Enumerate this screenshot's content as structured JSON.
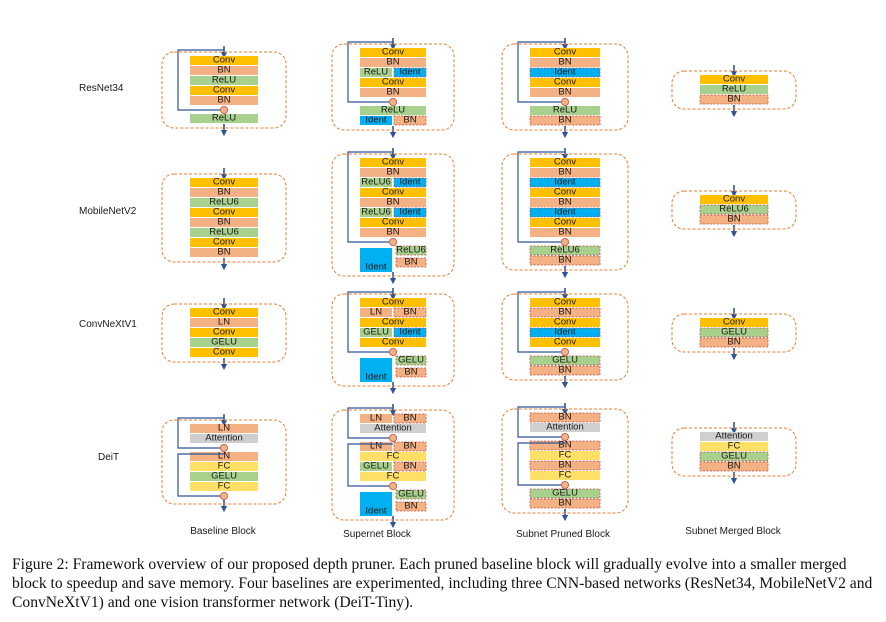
{
  "caption": "Figure 2: Framework overview of our proposed depth pruner. Each pruned baseline block will gradually evolve into a smaller merged block to speedup and save memory. Four baselines are experimented, including three CNN-based networks (ResNet34, MobileNetV2 and ConvNeXtV1) and one vision transformer network (DeiT-Tiny).",
  "columns": [
    "Baseline  Block",
    "Supernet Block",
    "Subnet Pruned Block",
    "Subnet  Merged Block"
  ],
  "rows": [
    "ResNet34",
    "MobileNetV2",
    "ConvNeXtV1",
    "DeiT"
  ],
  "colors": {
    "conv": "#ffc000",
    "bn": "#f4b183",
    "act": "#a9d18e",
    "ident": "#00b0f0",
    "attention": "#d0cece",
    "fc": "#ffe066",
    "frame": "#ed7d31",
    "arrow": "#2f5597"
  },
  "blocks": [
    {
      "id": "b-resnet34-baseline",
      "row": 0,
      "col": 0,
      "layers": [
        {
          "t": "Conv",
          "k": "conv"
        },
        {
          "t": "BN",
          "k": "bn"
        },
        {
          "t": "ReLU",
          "k": "act"
        },
        {
          "t": "Conv",
          "k": "conv"
        },
        {
          "t": "BN",
          "k": "bn"
        },
        {
          "plus": true
        },
        {
          "t": "ReLU",
          "k": "act"
        }
      ]
    },
    {
      "id": "b-resnet34-supernet",
      "row": 0,
      "col": 1,
      "layers": [
        {
          "t": "Conv",
          "k": "conv"
        },
        {
          "t": "BN",
          "k": "bn"
        },
        {
          "split": [
            {
              "t": "ReLU",
              "k": "act"
            },
            {
              "t": "Ident",
              "k": "ident",
              "dashed": true
            }
          ]
        },
        {
          "t": "Conv",
          "k": "conv"
        },
        {
          "t": "BN",
          "k": "bn"
        },
        {
          "plus": true
        },
        {
          "t": "ReLU",
          "k": "act"
        },
        {
          "split": [
            {
              "t": "Ident",
              "k": "ident"
            },
            {
              "t": "BN",
              "k": "bn",
              "dashed": true
            }
          ]
        }
      ]
    },
    {
      "id": "b-resnet34-pruned",
      "row": 0,
      "col": 2,
      "layers": [
        {
          "t": "Conv",
          "k": "conv"
        },
        {
          "t": "BN",
          "k": "bn"
        },
        {
          "t": "Ident",
          "k": "ident",
          "dashed": true
        },
        {
          "t": "Conv",
          "k": "conv"
        },
        {
          "t": "BN",
          "k": "bn"
        },
        {
          "plus": true
        },
        {
          "t": "ReLU",
          "k": "act"
        },
        {
          "t": "BN",
          "k": "bn",
          "dashed": true
        }
      ]
    },
    {
      "id": "b-resnet34-merged",
      "row": 0,
      "col": 3,
      "layers": [
        {
          "t": "Conv",
          "k": "conv"
        },
        {
          "t": "ReLU",
          "k": "act"
        },
        {
          "t": "BN",
          "k": "bn",
          "dashed": true
        }
      ]
    },
    {
      "id": "b-mobilenetv2-baseline",
      "row": 1,
      "col": 0,
      "layers": [
        {
          "t": "Conv",
          "k": "conv"
        },
        {
          "t": "BN",
          "k": "bn"
        },
        {
          "t": "ReLU6",
          "k": "act"
        },
        {
          "t": "Conv",
          "k": "conv"
        },
        {
          "t": "BN",
          "k": "bn"
        },
        {
          "t": "ReLU6",
          "k": "act"
        },
        {
          "t": "Conv",
          "k": "conv"
        },
        {
          "t": "BN",
          "k": "bn"
        }
      ]
    },
    {
      "id": "b-mobilenetv2-supernet",
      "row": 1,
      "col": 1,
      "layers": [
        {
          "t": "Conv",
          "k": "conv"
        },
        {
          "t": "BN",
          "k": "bn"
        },
        {
          "split": [
            {
              "t": "ReLU6",
              "k": "act"
            },
            {
              "t": "Ident",
              "k": "ident",
              "dashed": true
            }
          ]
        },
        {
          "t": "Conv",
          "k": "conv"
        },
        {
          "t": "BN",
          "k": "bn"
        },
        {
          "split": [
            {
              "t": "ReLU6",
              "k": "act"
            },
            {
              "t": "Ident",
              "k": "ident",
              "dashed": true
            }
          ]
        },
        {
          "t": "Conv",
          "k": "conv"
        },
        {
          "t": "BN",
          "k": "bn"
        },
        {
          "plus": true
        },
        {
          "bigsplit": [
            {
              "t": "Ident",
              "k": "ident"
            },
            {
              "t": "ReLU6",
              "k": "act",
              "dashed": true
            },
            {
              "t": "BN",
              "k": "bn",
              "dashed": true
            }
          ]
        }
      ]
    },
    {
      "id": "b-mobilenetv2-pruned",
      "row": 1,
      "col": 2,
      "layers": [
        {
          "t": "Conv",
          "k": "conv"
        },
        {
          "t": "BN",
          "k": "bn"
        },
        {
          "t": "Ident",
          "k": "ident",
          "dashed": true
        },
        {
          "t": "Conv",
          "k": "conv"
        },
        {
          "t": "BN",
          "k": "bn"
        },
        {
          "t": "Ident",
          "k": "ident",
          "dashed": true
        },
        {
          "t": "Conv",
          "k": "conv"
        },
        {
          "t": "BN",
          "k": "bn"
        },
        {
          "plus": true
        },
        {
          "t": "ReLU6",
          "k": "act",
          "dashed": true
        },
        {
          "t": "BN",
          "k": "bn",
          "dashed": true
        }
      ]
    },
    {
      "id": "b-mobilenetv2-merged",
      "row": 1,
      "col": 3,
      "layers": [
        {
          "t": "Conv",
          "k": "conv"
        },
        {
          "t": "ReLU6",
          "k": "act",
          "dashed": true
        },
        {
          "t": "BN",
          "k": "bn",
          "dashed": true
        }
      ]
    },
    {
      "id": "b-convnext-baseline",
      "row": 2,
      "col": 0,
      "layers": [
        {
          "t": "Conv",
          "k": "conv"
        },
        {
          "t": "LN",
          "k": "bn"
        },
        {
          "t": "Conv",
          "k": "conv"
        },
        {
          "t": "GELU",
          "k": "act"
        },
        {
          "t": "Conv",
          "k": "conv"
        }
      ]
    },
    {
      "id": "b-convnext-supernet",
      "row": 2,
      "col": 1,
      "layers": [
        {
          "t": "Conv",
          "k": "conv"
        },
        {
          "split": [
            {
              "t": "LN",
              "k": "bn"
            },
            {
              "t": "BN",
              "k": "bn",
              "dashed": true
            }
          ]
        },
        {
          "t": "Conv",
          "k": "conv"
        },
        {
          "split": [
            {
              "t": "GELU",
              "k": "act"
            },
            {
              "t": "Ident",
              "k": "ident",
              "dashed": true
            }
          ]
        },
        {
          "t": "Conv",
          "k": "conv"
        },
        {
          "plus": true
        },
        {
          "bigsplit": [
            {
              "t": "Ident",
              "k": "ident"
            },
            {
              "t": "GELU",
              "k": "act",
              "dashed": true
            },
            {
              "t": "BN",
              "k": "bn",
              "dashed": true
            }
          ]
        }
      ]
    },
    {
      "id": "b-convnext-pruned",
      "row": 2,
      "col": 2,
      "layers": [
        {
          "t": "Conv",
          "k": "conv"
        },
        {
          "t": "BN",
          "k": "bn",
          "dashed": true
        },
        {
          "t": "Conv",
          "k": "conv"
        },
        {
          "t": "Ident",
          "k": "ident",
          "dashed": true
        },
        {
          "t": "Conv",
          "k": "conv"
        },
        {
          "plus": true
        },
        {
          "t": "GELU",
          "k": "act",
          "dashed": true
        },
        {
          "t": "BN",
          "k": "bn",
          "dashed": true
        }
      ]
    },
    {
      "id": "b-convnext-merged",
      "row": 2,
      "col": 3,
      "layers": [
        {
          "t": "Conv",
          "k": "conv"
        },
        {
          "t": "GELU",
          "k": "act",
          "dashed": true
        },
        {
          "t": "BN",
          "k": "bn",
          "dashed": true
        }
      ]
    },
    {
      "id": "b-deit-baseline",
      "row": 3,
      "col": 0,
      "layers": [
        {
          "t": "LN",
          "k": "bn"
        },
        {
          "t": "Attention",
          "k": "attention"
        },
        {
          "plus": true
        },
        {
          "t": "LN",
          "k": "bn"
        },
        {
          "t": "FC",
          "k": "fc"
        },
        {
          "t": "GELU",
          "k": "act"
        },
        {
          "t": "FC",
          "k": "fc"
        },
        {
          "plus": true
        }
      ]
    },
    {
      "id": "b-deit-supernet",
      "row": 3,
      "col": 1,
      "layers": [
        {
          "split": [
            {
              "t": "LN",
              "k": "bn"
            },
            {
              "t": "BN",
              "k": "bn",
              "dashed": true
            }
          ]
        },
        {
          "t": "Attention",
          "k": "attention"
        },
        {
          "plus": true
        },
        {
          "split": [
            {
              "t": "LN",
              "k": "bn"
            },
            {
              "t": "BN",
              "k": "bn",
              "dashed": true
            }
          ]
        },
        {
          "t": "FC",
          "k": "fc"
        },
        {
          "split": [
            {
              "t": "GELU",
              "k": "act"
            },
            {
              "t": "BN",
              "k": "bn",
              "dashed": true
            }
          ]
        },
        {
          "t": "FC",
          "k": "fc"
        },
        {
          "plus": true
        },
        {
          "bigsplit": [
            {
              "t": "Ident",
              "k": "ident"
            },
            {
              "t": "GELU",
              "k": "act",
              "dashed": true
            },
            {
              "t": "BN",
              "k": "bn",
              "dashed": true
            }
          ]
        }
      ]
    },
    {
      "id": "b-deit-pruned",
      "row": 3,
      "col": 2,
      "layers": [
        {
          "t": "BN",
          "k": "bn",
          "dashed": true
        },
        {
          "t": "Attention",
          "k": "attention"
        },
        {
          "plus": true
        },
        {
          "t": "BN",
          "k": "bn",
          "dashed": true
        },
        {
          "t": "FC",
          "k": "fc"
        },
        {
          "t": "BN",
          "k": "bn",
          "dashed": true
        },
        {
          "t": "FC",
          "k": "fc"
        },
        {
          "plus": true
        },
        {
          "t": "GELU",
          "k": "act",
          "dashed": true
        },
        {
          "t": "BN",
          "k": "bn",
          "dashed": true
        }
      ]
    },
    {
      "id": "b-deit-merged",
      "row": 3,
      "col": 3,
      "layers": [
        {
          "t": "Attention",
          "k": "attention"
        },
        {
          "t": "FC",
          "k": "fc"
        },
        {
          "t": "GELU",
          "k": "act",
          "dashed": true
        },
        {
          "t": "BN",
          "k": "bn",
          "dashed": true
        }
      ]
    }
  ]
}
